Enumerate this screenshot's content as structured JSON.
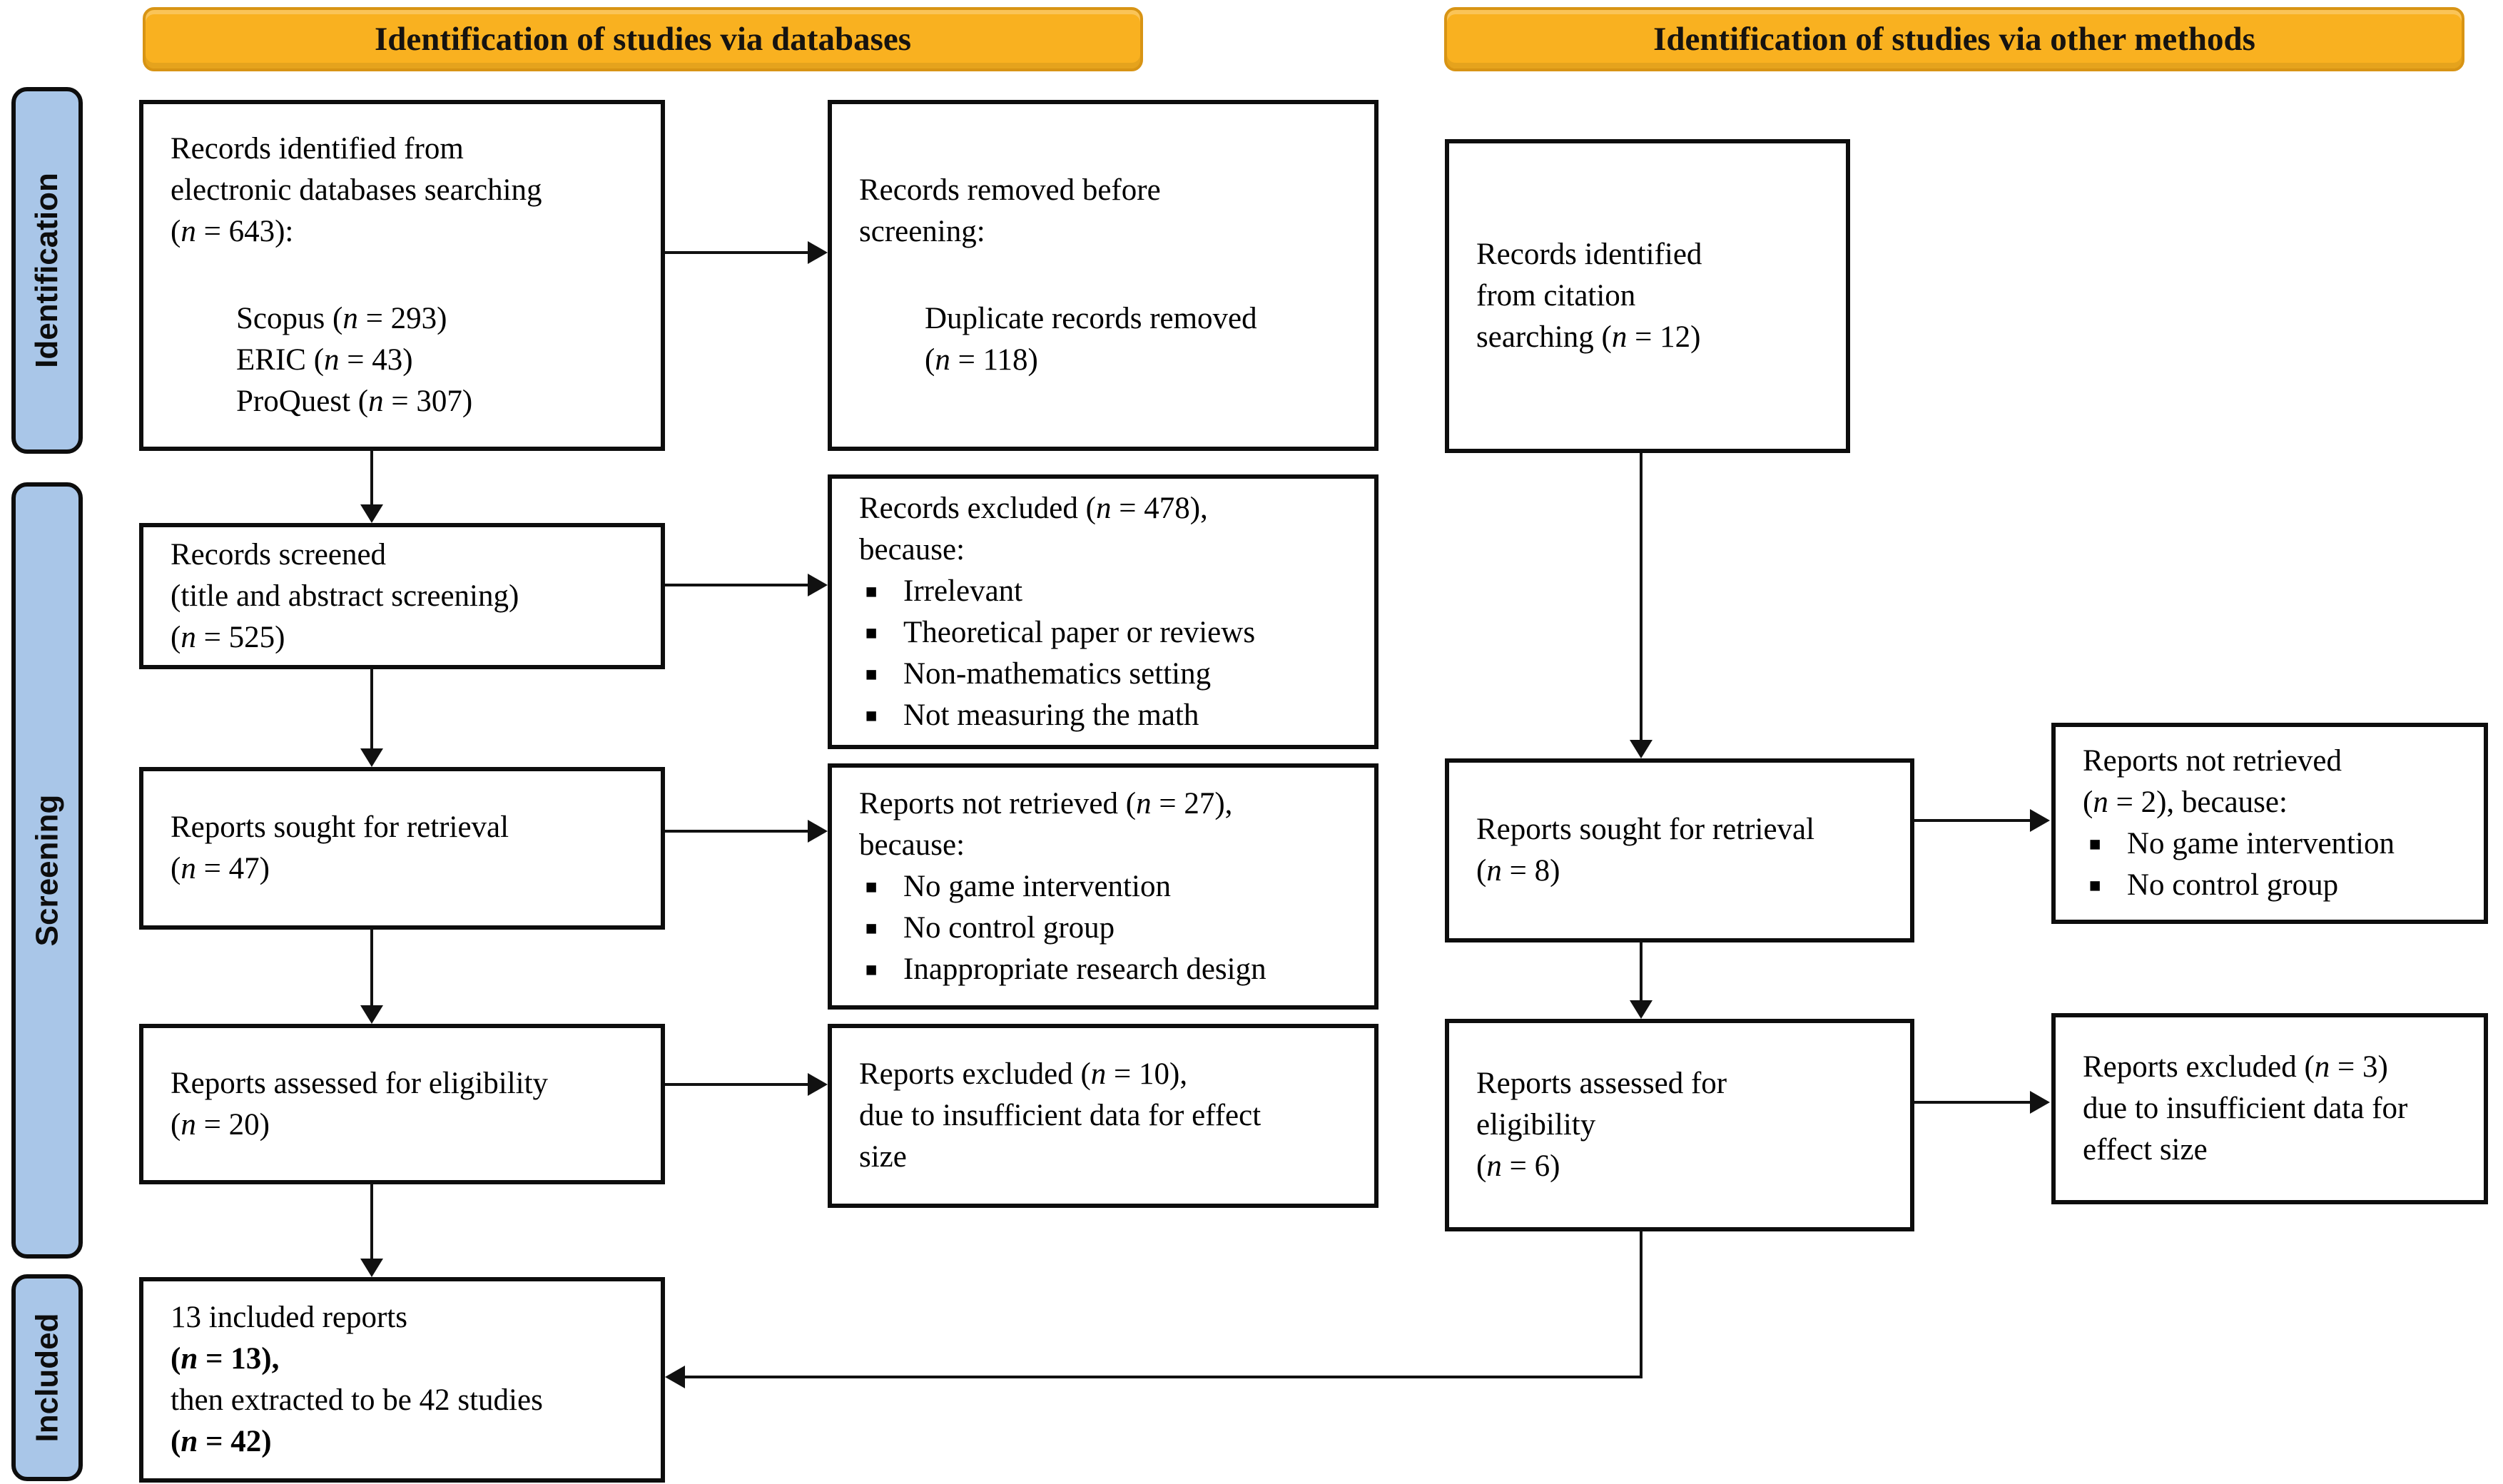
{
  "banners": [
    {
      "id": "databases",
      "label": "Identification of studies via databases"
    },
    {
      "id": "other_methods",
      "label": "Identification of studies via other methods"
    }
  ],
  "stages": [
    {
      "id": "identification",
      "label": "Identification"
    },
    {
      "id": "screening",
      "label": "Screening"
    },
    {
      "id": "included",
      "label": "Included"
    }
  ],
  "boxes": {
    "records_identified_databases": {
      "lines": [
        {
          "text": "Records identified from"
        },
        {
          "text": "electronic databases searching"
        },
        {
          "text": "(n = 643):"
        },
        {
          "text": "",
          "spacer": true
        },
        {
          "text": "Scopus (n = 293)",
          "indent": true
        },
        {
          "text": "ERIC (n = 43)",
          "indent": true
        },
        {
          "text": "ProQuest (n = 307)",
          "indent": true
        }
      ]
    },
    "records_removed": {
      "lines": [
        {
          "text": "Records removed before"
        },
        {
          "text": "screening:"
        },
        {
          "text": "",
          "spacer": true
        },
        {
          "text": "Duplicate records removed",
          "indent": true
        },
        {
          "text": "(n = 118)",
          "indent": true
        }
      ]
    },
    "records_screened": {
      "lines": [
        {
          "text": "Records screened"
        },
        {
          "text": "(title and abstract screening)"
        },
        {
          "text": "(n = 525)"
        }
      ]
    },
    "records_excluded": {
      "lines": [
        {
          "text": "Records excluded (n = 478),"
        },
        {
          "text": "because:"
        },
        {
          "text": "Irrelevant",
          "bullet": true
        },
        {
          "text": "Theoretical paper or reviews",
          "bullet": true
        },
        {
          "text": "Non-mathematics setting",
          "bullet": true
        },
        {
          "text": "Not measuring the math",
          "bullet": true
        }
      ]
    },
    "reports_sought": {
      "lines": [
        {
          "text": "Reports sought for retrieval"
        },
        {
          "text": "(n = 47)"
        }
      ]
    },
    "reports_not_retrieved": {
      "lines": [
        {
          "text": "Reports not retrieved (n = 27),"
        },
        {
          "text": "because:"
        },
        {
          "text": "No game intervention",
          "bullet": true
        },
        {
          "text": "No control group",
          "bullet": true
        },
        {
          "text": "Inappropriate research design",
          "bullet": true
        }
      ]
    },
    "reports_assessed": {
      "lines": [
        {
          "text": "Reports assessed for eligibility"
        },
        {
          "text": "(n = 20)"
        }
      ]
    },
    "reports_excluded": {
      "lines": [
        {
          "text": "Reports excluded (n = 10),"
        },
        {
          "text": "due to insufficient data for effect"
        },
        {
          "text": "size"
        }
      ]
    },
    "included_reports": {
      "lines": [
        {
          "text": "13 included reports"
        },
        {
          "text": "(n = 13),",
          "bold": true
        },
        {
          "text": "then extracted to be 42 studies"
        },
        {
          "text": "(n = 42)",
          "bold": true
        }
      ]
    },
    "records_citation": {
      "lines": [
        {
          "text": "Records identified"
        },
        {
          "text": "from citation"
        },
        {
          "text": "searching (n = 12)"
        }
      ]
    },
    "reports_sought_other": {
      "lines": [
        {
          "text": "Reports sought for retrieval"
        },
        {
          "text": "(n = 8)"
        }
      ]
    },
    "reports_not_retrieved_other": {
      "lines": [
        {
          "text": "Reports not retrieved"
        },
        {
          "text": "(n = 2), because:"
        },
        {
          "text": "No game intervention",
          "bullet": true
        },
        {
          "text": "No control group",
          "bullet": true
        }
      ]
    },
    "reports_assessed_other": {
      "lines": [
        {
          "text": "Reports assessed for"
        },
        {
          "text": "eligibility"
        },
        {
          "text": "(n = 6)"
        }
      ]
    },
    "reports_excluded_other": {
      "lines": [
        {
          "text": "Reports excluded (n = 3)"
        },
        {
          "text": "due to insufficient data for"
        },
        {
          "text": "effect size"
        }
      ]
    }
  },
  "colors": {
    "banner_fill": "#F9B120",
    "banner_border": "#D89414",
    "stage_fill": "#A9C6E8",
    "box_border": "#0D0D0D",
    "arrow": "#111111"
  }
}
